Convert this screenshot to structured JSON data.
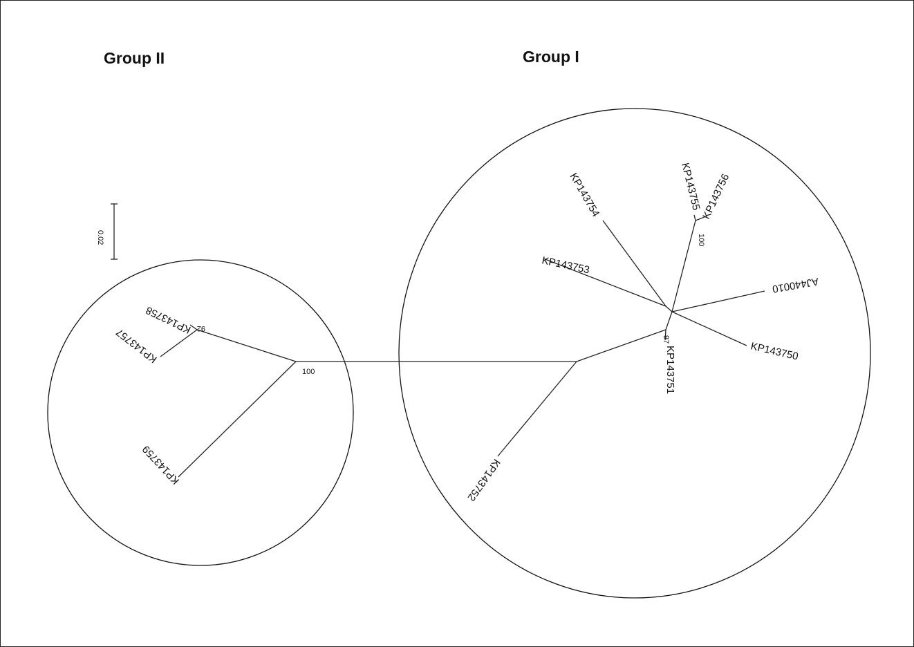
{
  "groups": {
    "group_2": "Group II",
    "group_1": "Group I"
  },
  "scale_bar": "0.02",
  "bootstrap": {
    "main": "100",
    "g2_inner": "92",
    "g1_upper": "100",
    "g1_lower": "97"
  },
  "taxa": {
    "kp143758": "KP143758",
    "kp143757": "KP143757",
    "kp143759": "KP143759",
    "kp143752": "KP143752",
    "kp143753": "KP143753",
    "kp143754": "KP143754",
    "kp143755": "KP143755",
    "kp143756": "KP143756",
    "aj440010": "AJ440010",
    "kp143750": "KP143750",
    "kp143751": "KP143751"
  }
}
